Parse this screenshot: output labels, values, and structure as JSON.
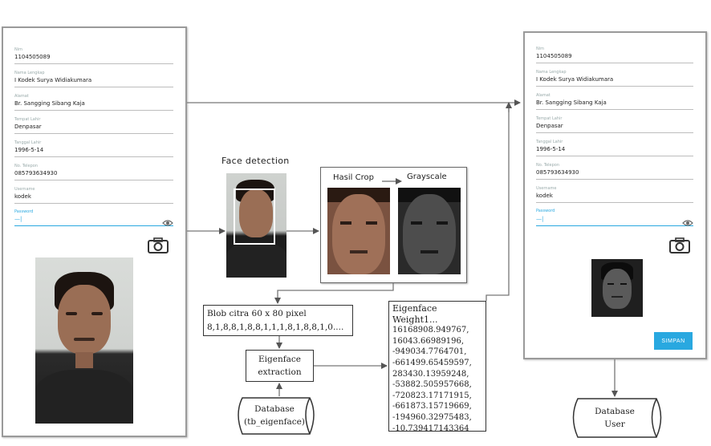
{
  "form": {
    "fields": [
      {
        "label": "Nim",
        "value": "1104505089"
      },
      {
        "label": "Nama Lengkap",
        "value": "I Kodek Surya Widiakumara"
      },
      {
        "label": "Alamat",
        "value": "Br. Sangging Sibang Kaja"
      },
      {
        "label": "Tempat Lahir",
        "value": "Denpasar"
      },
      {
        "label": "Tanggal Lahir",
        "value": "1996-5-14"
      },
      {
        "label": "No. Telepon",
        "value": "085793634930"
      },
      {
        "label": "Username",
        "value": "kodek"
      }
    ],
    "password_label": "Password",
    "save_button": "SIMPAN"
  },
  "pipeline": {
    "face_detection": "Face detection",
    "hasil_crop": "Hasil Crop",
    "grayscale": "Grayscale",
    "blob_line1": "Blob citra 60 x 80 pixel",
    "blob_line2": "8,1,8,8,1,8,8,1,1,1,8,1,8,8,1,0....",
    "eigen_extraction_line1": "Eigenface",
    "eigen_extraction_line2": "extraction",
    "db_eigen_line1": "Database",
    "db_eigen_line2": "(tb_eigenface)",
    "eigen_weight_title": "Eigenface Weight1...",
    "eigen_weights": [
      "16168908.949767,",
      "16043.66989196,",
      "-949034.7764701,",
      "-661499.65459597,",
      "283430.13959248,",
      "-53882.505957668,",
      "-720823.17171915,",
      "-661873.15719669,",
      "-194960.32975483,",
      "-10.739417143364"
    ],
    "db_user_line1": "Database",
    "db_user_line2": "User"
  },
  "colors": {
    "accent": "#29a8e0",
    "arrow": "#777777",
    "detect_box": "#ffffff"
  }
}
